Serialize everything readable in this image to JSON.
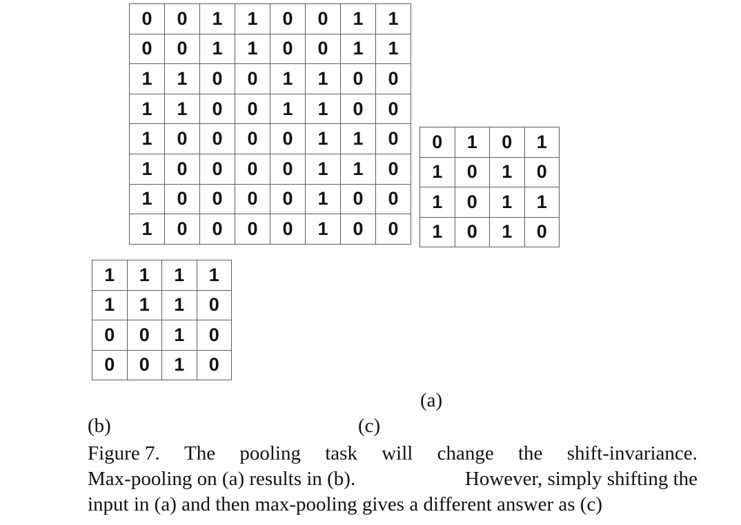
{
  "grid_a": {
    "rows": [
      [
        "0",
        "0",
        "1",
        "1",
        "0",
        "0",
        "1",
        "1"
      ],
      [
        "0",
        "0",
        "1",
        "1",
        "0",
        "0",
        "1",
        "1"
      ],
      [
        "1",
        "1",
        "0",
        "0",
        "1",
        "1",
        "0",
        "0"
      ],
      [
        "1",
        "1",
        "0",
        "0",
        "1",
        "1",
        "0",
        "0"
      ],
      [
        "1",
        "0",
        "0",
        "0",
        "0",
        "1",
        "1",
        "0"
      ],
      [
        "1",
        "0",
        "0",
        "0",
        "0",
        "1",
        "1",
        "0"
      ],
      [
        "1",
        "0",
        "0",
        "0",
        "0",
        "1",
        "0",
        "0"
      ],
      [
        "1",
        "0",
        "0",
        "0",
        "0",
        "1",
        "0",
        "0"
      ]
    ]
  },
  "grid_right": {
    "rows": [
      [
        "0",
        "1",
        "0",
        "1"
      ],
      [
        "1",
        "0",
        "1",
        "0"
      ],
      [
        "1",
        "0",
        "1",
        "1"
      ],
      [
        "1",
        "0",
        "1",
        "0"
      ]
    ]
  },
  "grid_left": {
    "rows": [
      [
        "1",
        "1",
        "1",
        "1"
      ],
      [
        "1",
        "1",
        "1",
        "0"
      ],
      [
        "0",
        "0",
        "1",
        "0"
      ],
      [
        "0",
        "0",
        "1",
        "0"
      ]
    ]
  },
  "labels": {
    "a": "(a)",
    "b": "(b)",
    "c": "(c)"
  },
  "caption": {
    "line1_a": "Figure 7.",
    "line1_b": "The",
    "line1_c": "pooling",
    "line1_d": "task",
    "line1_e": "will",
    "line1_f": "change",
    "line1_g": "the",
    "line1_h": "shift-invariance.",
    "line2_a": "Max-pooling on (a) results in (b).",
    "line2_b": "However, simply shifting the",
    "line3": "input in (a) and then max-pooling gives a different answer as (c)"
  }
}
